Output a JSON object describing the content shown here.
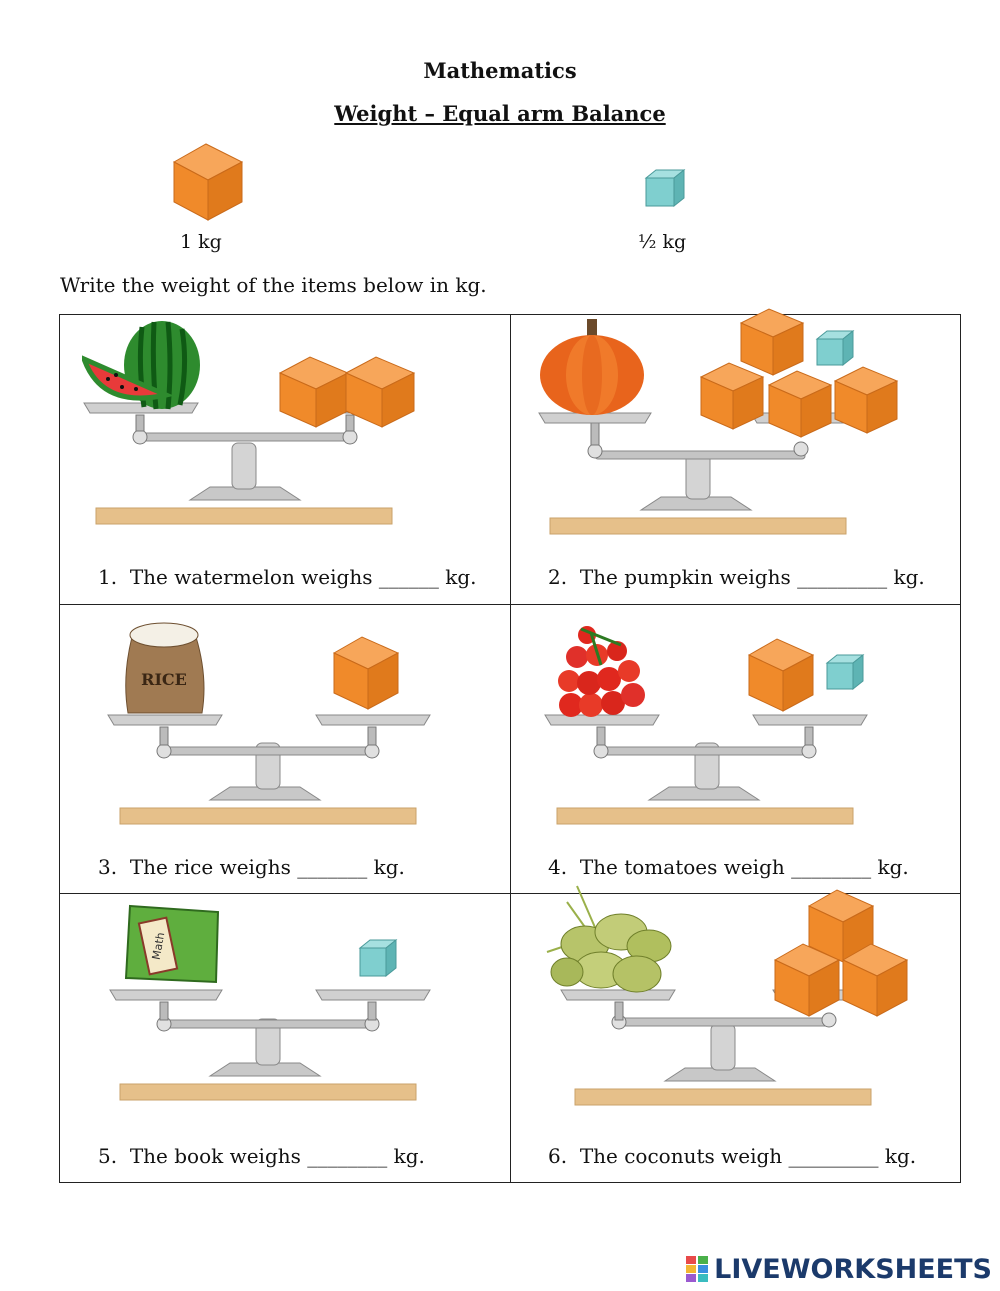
{
  "header": {
    "subject": "Mathematics",
    "title": "Weight – Equal arm Balance"
  },
  "legend": [
    {
      "label": "1 kg",
      "cube": "orange-cube-icon",
      "color": "#f28a2e"
    },
    {
      "label": "½ kg",
      "cube": "teal-cube-icon",
      "color": "#7fcfcf"
    }
  ],
  "instruction": "Write the weight of the items below in kg.",
  "questions": [
    {
      "number": "1.",
      "text": "The watermelon weighs ______ kg.",
      "item": "watermelon"
    },
    {
      "number": "2.",
      "text": "The pumpkin weighs _________ kg.",
      "item": "pumpkin"
    },
    {
      "number": "3.",
      "text": "The rice weighs _______ kg.",
      "item": "rice-sack"
    },
    {
      "number": "4.",
      "text": "The tomatoes weigh ________ kg.",
      "item": "tomatoes"
    },
    {
      "number": "5.",
      "text": "The book weighs ________ kg.",
      "item": "book"
    },
    {
      "number": "6.",
      "text": "The coconuts weigh _________ kg.",
      "item": "coconuts"
    }
  ],
  "book_label": "Math",
  "sack_label": "RICE",
  "brand": {
    "name": "LIVEWORKSHEETS",
    "color": "#1b3a6b"
  }
}
